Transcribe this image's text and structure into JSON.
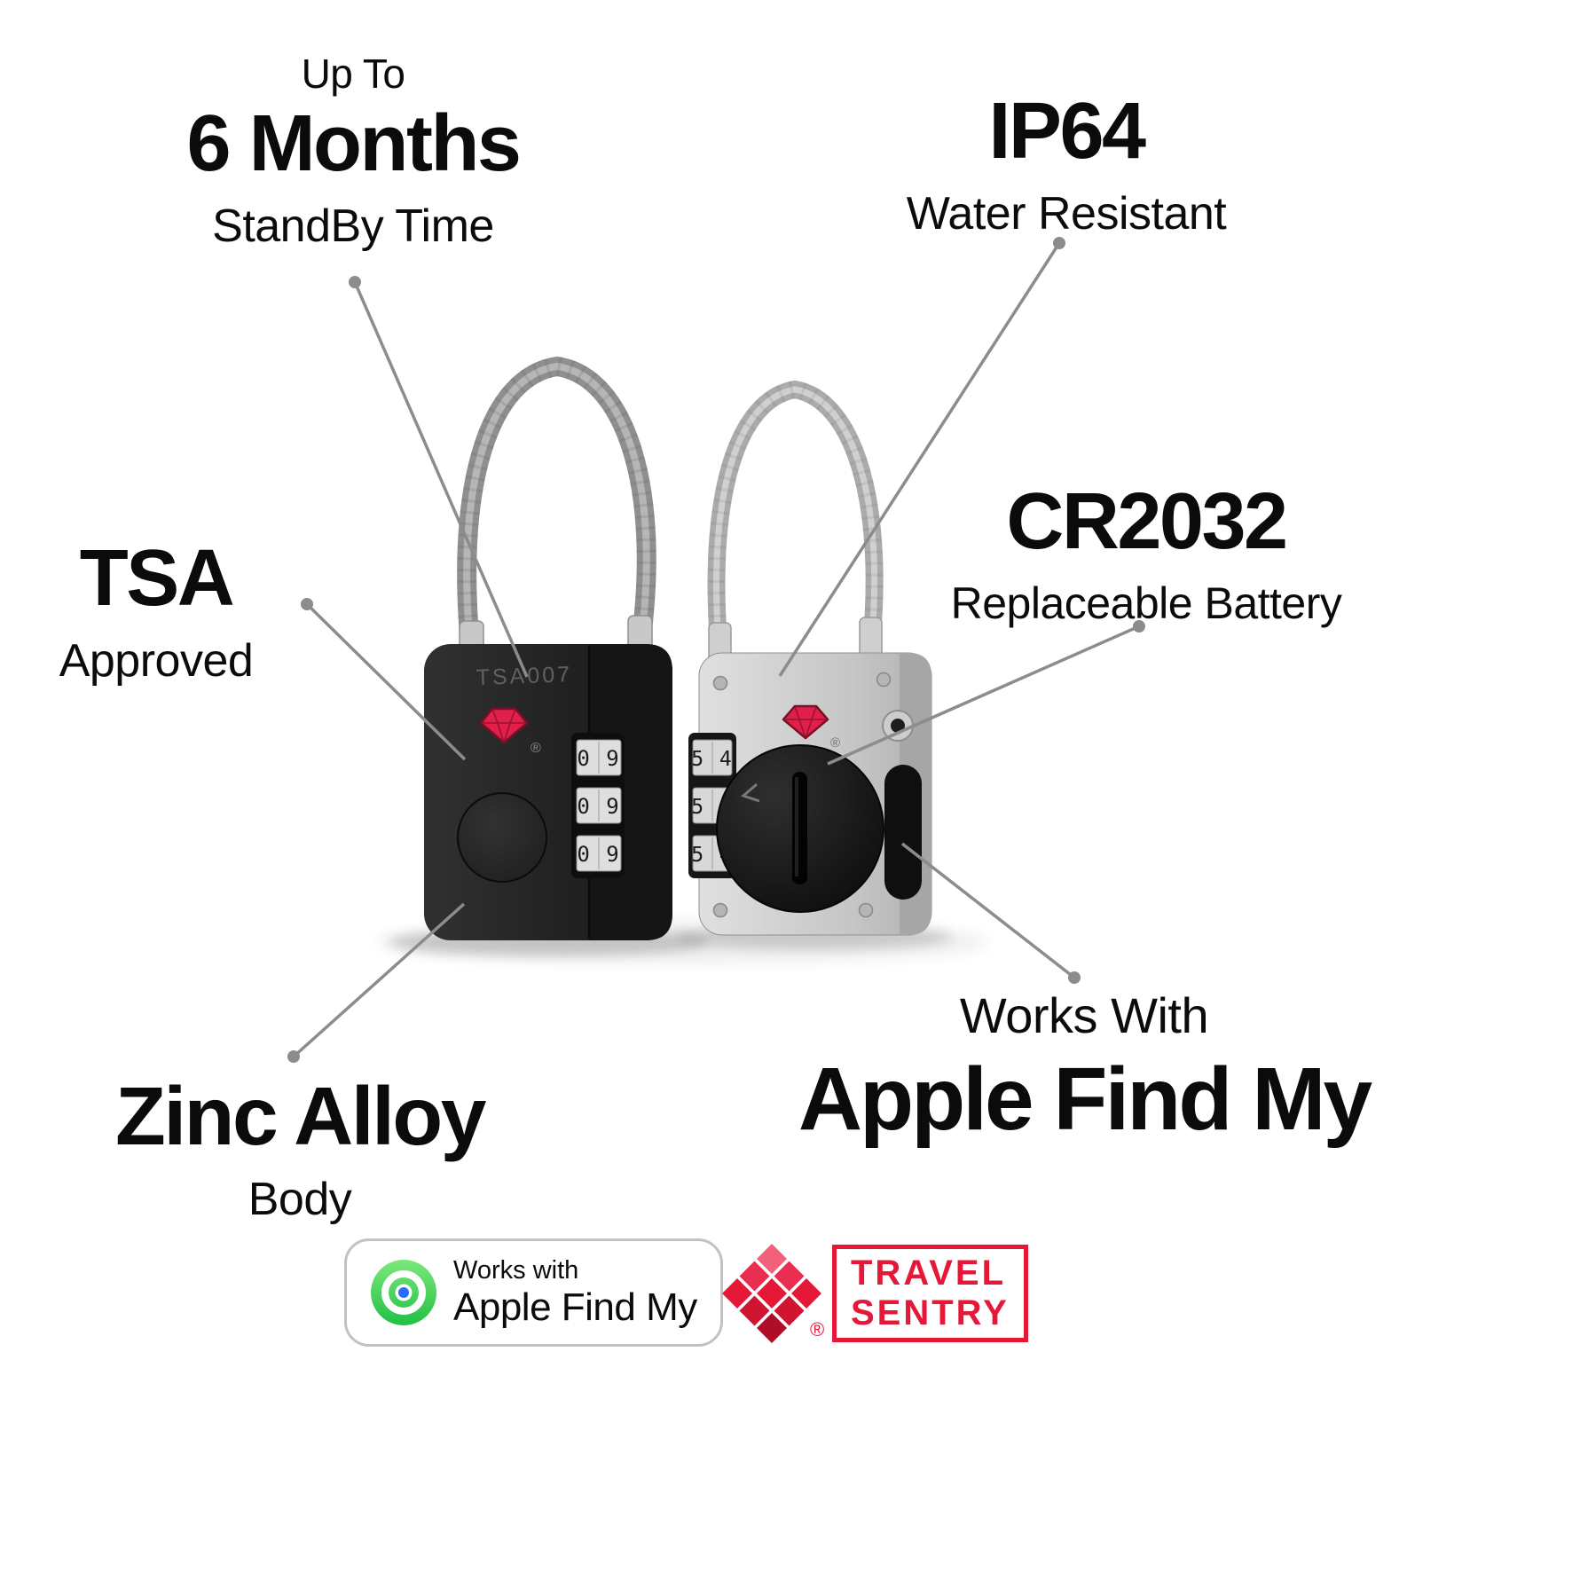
{
  "colors": {
    "background": "#ffffff",
    "text": "#0b0b0b",
    "leader_line": "#8c8c8c",
    "travel_sentry_red": "#e51937",
    "findmy_green": "#2fc84e"
  },
  "callouts": {
    "standby": {
      "prefix": "Up To",
      "headline": "6 Months",
      "caption": "StandBy Time"
    },
    "water": {
      "headline": "IP64",
      "caption": "Water Resistant"
    },
    "tsa": {
      "headline": "TSA",
      "caption": "Approved"
    },
    "battery": {
      "headline": "CR2032",
      "caption": "Replaceable Battery"
    },
    "material": {
      "headline": "Zinc Alloy",
      "caption": "Body"
    },
    "findmy": {
      "prefix": "Works With",
      "headline": "Apple Find My"
    }
  },
  "locks": {
    "black": {
      "engraving": "TSA007",
      "registered": "®",
      "dials": [
        "0 9",
        "0 9",
        "0 9"
      ]
    },
    "silver": {
      "registered": "®",
      "dials": [
        "5 4",
        "5 4",
        "5 4"
      ]
    }
  },
  "badges": {
    "apple_findmy": {
      "line1": "Works with",
      "line2": "Apple Find My"
    },
    "travel_sentry": {
      "word1": "TRAVEL",
      "word2": "SENTRY",
      "registered": "®"
    }
  }
}
